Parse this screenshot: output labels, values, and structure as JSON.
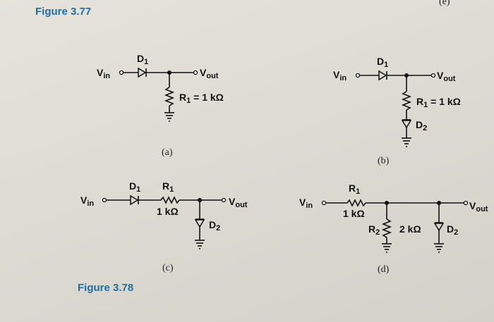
{
  "page": {
    "corner_mark": "(e)"
  },
  "figure_3_77": {
    "label": "Figure 3.77"
  },
  "figure_3_78": {
    "label": "Figure 3.78"
  },
  "circuits": {
    "a": {
      "caption": "(a)",
      "vin": "V",
      "vin_sub": "in",
      "vout": "V",
      "vout_sub": "out",
      "d1": "D",
      "d1_sub": "1",
      "r1": "R",
      "r1_sub": "1",
      "r1_value": " = 1 kΩ"
    },
    "b": {
      "caption": "(b)",
      "vin": "V",
      "vin_sub": "in",
      "vout": "V",
      "vout_sub": "out",
      "d1": "D",
      "d1_sub": "1",
      "r1": "R",
      "r1_sub": "1",
      "r1_value": " = 1 kΩ",
      "d2": "D",
      "d2_sub": "2"
    },
    "c": {
      "caption": "(c)",
      "vin": "V",
      "vin_sub": "in",
      "vout": "V",
      "vout_sub": "out",
      "d1": "D",
      "d1_sub": "1",
      "r1": "R",
      "r1_sub": "1",
      "r1_value": "1 kΩ",
      "d2": "D",
      "d2_sub": "2"
    },
    "d": {
      "caption": "(d)",
      "vin": "V",
      "vin_sub": "in",
      "vout": "V",
      "vout_sub": "out",
      "r1": "R",
      "r1_sub": "1",
      "r1_value": "1 kΩ",
      "r2": "R",
      "r2_sub": "2",
      "r2_value": "2 kΩ",
      "d2": "D",
      "d2_sub": "2"
    }
  }
}
